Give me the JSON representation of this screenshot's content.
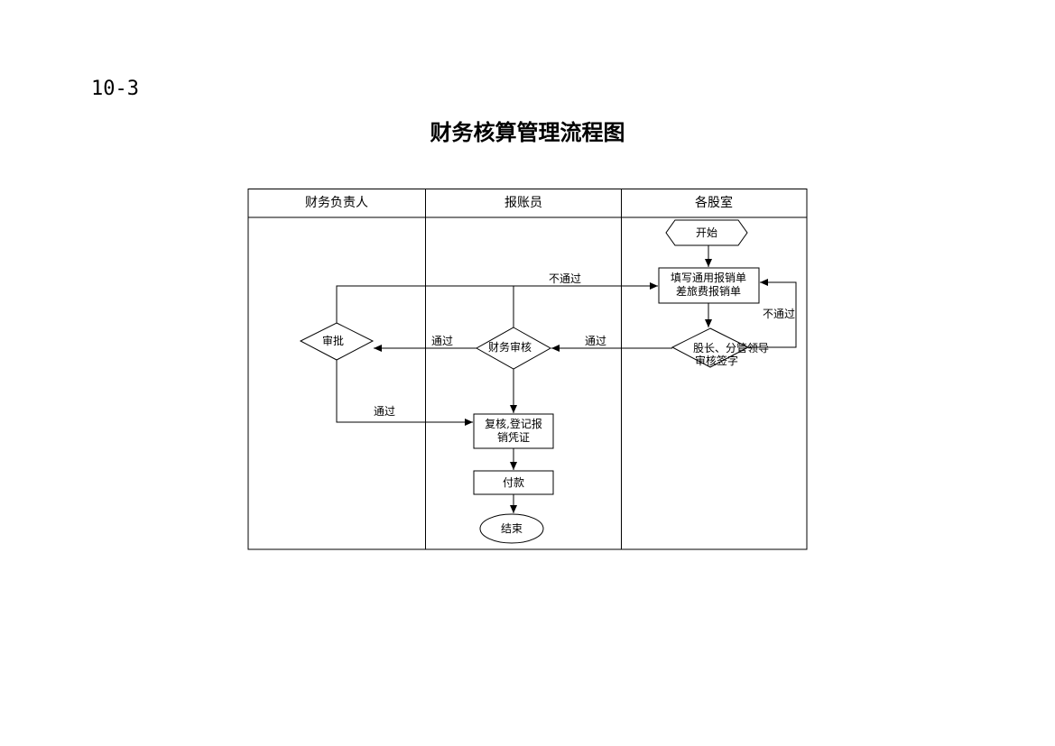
{
  "page_number": "10-3",
  "title": "财务核算管理流程图",
  "lanes": [
    "财务负责人",
    "报账员",
    "各股室"
  ],
  "nodes": {
    "start": "开始",
    "fill_form_line1": "填写通用报销单",
    "fill_form_line2": "差旅费报销单",
    "section_review_line1": "股长、分管领导",
    "section_review_line2": "审核签字",
    "finance_review": "财务审核",
    "approve": "审批",
    "recheck_line1": "复核,登记报",
    "recheck_line2": "销凭证",
    "pay": "付款",
    "end": "结束"
  },
  "edge_labels": {
    "reject_top": "不通过",
    "reject_right": "不通过",
    "pass_section_to_finance": "通过",
    "pass_finance_to_approve": "通过",
    "pass_approve_to_recheck": "通过"
  }
}
